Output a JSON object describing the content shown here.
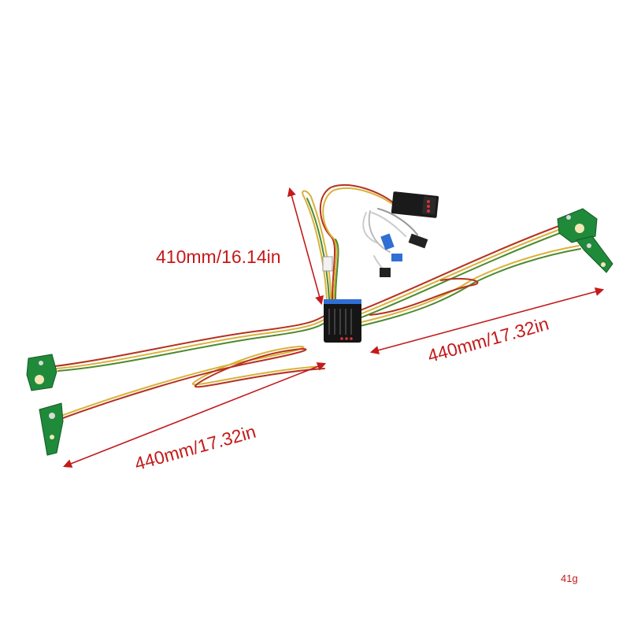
{
  "dimensions": {
    "vertical_label": "410mm/16.14in",
    "right_label": "440mm/17.32in",
    "left_label": "440mm/17.32in"
  },
  "weight_label": "41g",
  "colors": {
    "dimension_red": "#c41a1a",
    "pcb_green": "#1f8a3a",
    "module_body": "#111111",
    "module_label_blue": "#2f6fd6",
    "wire_red": "#b5321f",
    "wire_yellow": "#d9b23a",
    "wire_green": "#4f8a2f"
  },
  "icons": {
    "controller": "control-module-icon",
    "led_board": "led-pcb-icon",
    "connector": "servo-connector-icon"
  }
}
